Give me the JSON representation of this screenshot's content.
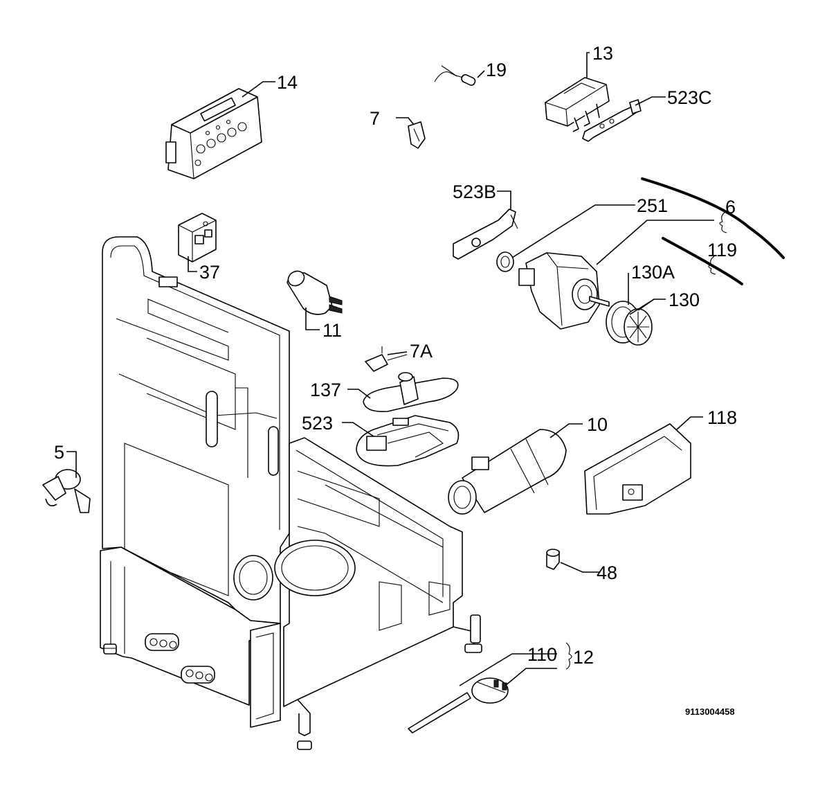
{
  "diagram": {
    "document_number": "9113004458",
    "callouts": {
      "c5": "5",
      "c6": "6",
      "c7": "7",
      "c7a": "7A",
      "c10": "10",
      "c11": "11",
      "c12": "12",
      "c13": "13",
      "c14": "14",
      "c19": "19",
      "c37": "37",
      "c48": "48",
      "c110": "110",
      "c118": "118",
      "c119": "119",
      "c130": "130",
      "c130a": "130A",
      "c137": "137",
      "c251": "251",
      "c523": "523",
      "c523b": "523B",
      "c523c": "523C"
    }
  }
}
